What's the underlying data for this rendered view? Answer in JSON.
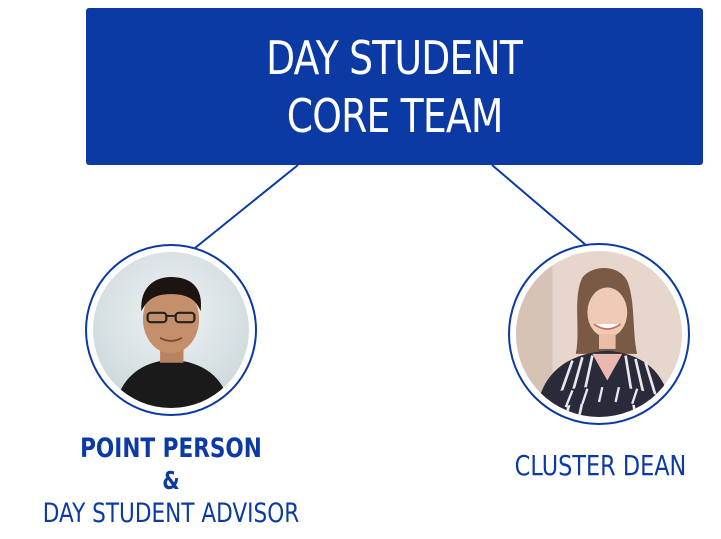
{
  "title": {
    "line1": "DAY STUDENT",
    "line2": "CORE TEAM"
  },
  "colors": {
    "primary": "#0b3aa5",
    "background": "#ffffff",
    "title_text": "#ffffff"
  },
  "left_member": {
    "role_line1": "POINT PERSON",
    "ampersand": "&",
    "role_line2": "DAY STUDENT ADVISOR",
    "photo": "man-portrait-photo"
  },
  "right_member": {
    "role": "CLUSTER DEAN",
    "photo": "woman-portrait-photo"
  }
}
